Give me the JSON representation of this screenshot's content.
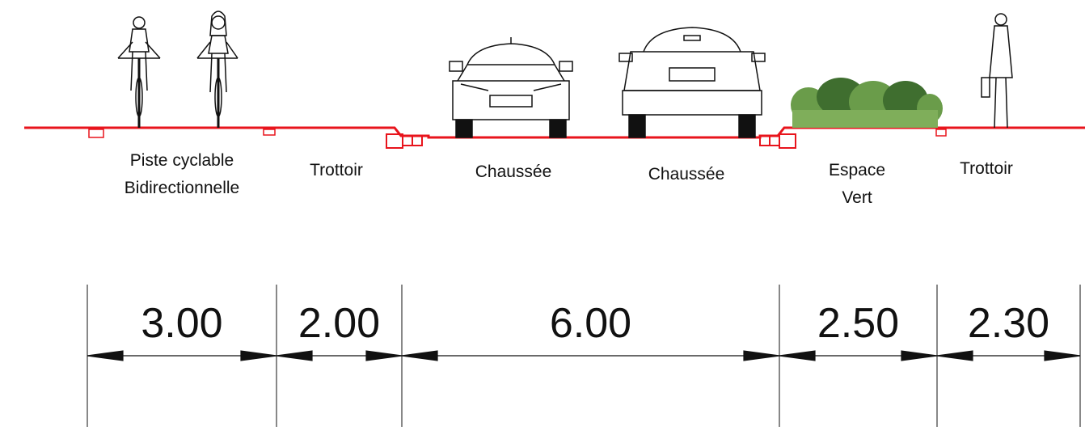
{
  "colors": {
    "ground": "#e8141c",
    "ink": "#111111",
    "vegetation": "#6a9c4a",
    "vegetation_dark": "#3f6e2f"
  },
  "zones": [
    {
      "label_line1": "Piste cyclable",
      "label_line2": "Bidirectionnelle"
    },
    {
      "label_line1": "Trottoir",
      "label_line2": ""
    },
    {
      "label_line1": "Chaussée",
      "label_line2": ""
    },
    {
      "label_line1": "Chaussée",
      "label_line2": ""
    },
    {
      "label_line1": "Espace",
      "label_line2": "Vert"
    },
    {
      "label_line1": "Trottoir",
      "label_line2": ""
    }
  ],
  "dimensions": [
    "3.00",
    "2.00",
    "6.00",
    "2.50",
    "2.30"
  ],
  "icons": [
    "cyclist-icon",
    "cyclist-icon",
    "car-front-icon",
    "car-rear-icon",
    "shrub-icon",
    "pedestrian-icon"
  ]
}
